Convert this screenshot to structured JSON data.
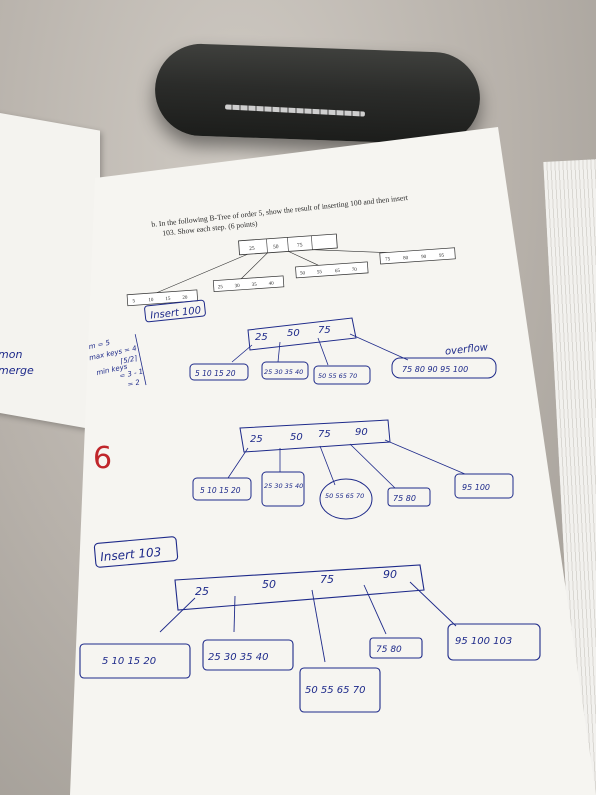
{
  "question": {
    "line1": "b. In the following B-Tree of order 5, show the result of inserting 100 and then insert",
    "line2": "103. Show each step. (6 points)"
  },
  "printed_tree": {
    "root_keys": [
      "25",
      "50",
      "75"
    ],
    "leaves": [
      [
        "5",
        "10",
        "15",
        "20"
      ],
      [
        "25",
        "30",
        "35",
        "40"
      ],
      [
        "50",
        "55",
        "65",
        "70"
      ],
      [
        "75",
        "80",
        "90",
        "95"
      ]
    ]
  },
  "handwritten": {
    "insert100_label": "Insert 100",
    "notes": [
      "m = 5",
      "max keys = 4",
      "min keys",
      "⌈5/2⌉",
      "= 3 - 1",
      "= 2"
    ],
    "step1": {
      "root": [
        "25",
        "50",
        "75"
      ],
      "leaves": [
        "5 10 15 20",
        "25 30 35 40",
        "50 55 65 70",
        "75 80 90 95 100"
      ],
      "overflow_note": "overflow"
    },
    "score": "6",
    "step2": {
      "root": [
        "25",
        "50",
        "75",
        "90"
      ],
      "leaves": [
        "5 10 15 20",
        "25 30 35 40",
        "50 55 65 70",
        "75 80",
        "95 100"
      ]
    },
    "insert103_label": "Insert 103",
    "step3": {
      "root": [
        "25",
        "50",
        "75",
        "90"
      ],
      "leaves": [
        "5 10 15 20",
        "25 30 35 40",
        "50 55 65 70",
        "75 80",
        "95 100 103"
      ]
    }
  },
  "left_page_fragments": [
    "mon",
    "merge"
  ]
}
